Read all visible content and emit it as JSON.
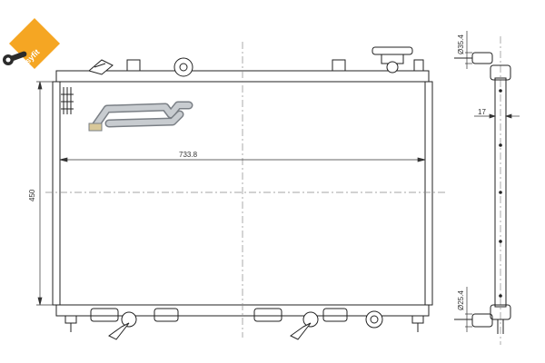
{
  "logo": {
    "brand_text": "easyfit",
    "icon": "wrench-icon",
    "color": "#f5a623"
  },
  "dimensions": {
    "width_label": "733.8",
    "height_label": "450",
    "inlet_diameter_label": "Ø35.4",
    "outlet_diameter_label": "Ø25.4",
    "core_thickness_label": "17"
  },
  "colors": {
    "line": "#222222",
    "centerline": "#888888",
    "pipe": "#c8ccd0",
    "pipe_edge": "#7a7f85"
  }
}
